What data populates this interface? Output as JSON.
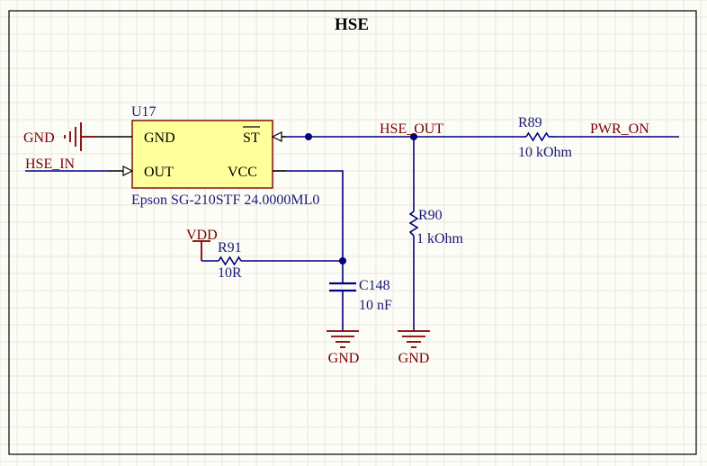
{
  "sheet": {
    "title": "HSE"
  },
  "colors": {
    "wire": "#000080",
    "power": "#800000",
    "body_fill": "#ffff9c",
    "background": "#fdfdf8",
    "grid": "#e6e6dc"
  },
  "u17": {
    "designator": "U17",
    "part": "Epson SG-210STF 24.0000ML0",
    "pins": {
      "gnd": "GND",
      "out": "OUT",
      "st": "ST",
      "vcc": "VCC"
    }
  },
  "r89": {
    "designator": "R89",
    "value": "10 kOhm"
  },
  "r90": {
    "designator": "R90",
    "value": "1 kOhm"
  },
  "r91": {
    "designator": "R91",
    "value": "10R"
  },
  "c148": {
    "designator": "C148",
    "value": "10 nF"
  },
  "nets": {
    "hse_out": "HSE_OUT",
    "hse_in": "HSE_IN",
    "pwr_on": "PWR_ON"
  },
  "power": {
    "gnd_left": "GND",
    "gnd_c148": "GND",
    "gnd_r90": "GND",
    "vdd": "VDD"
  }
}
